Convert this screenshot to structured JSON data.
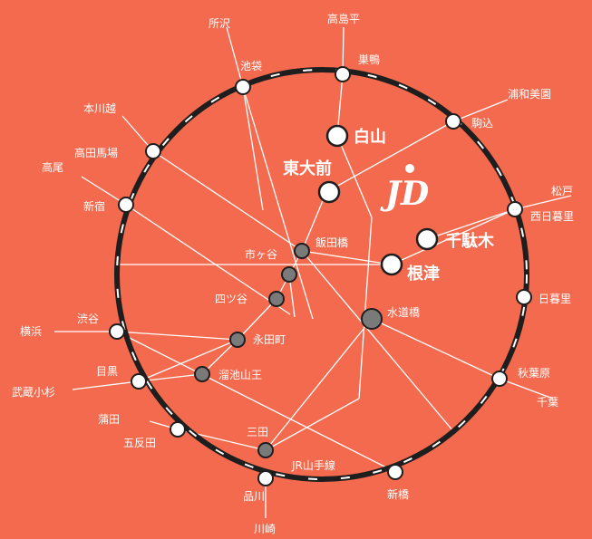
{
  "colors": {
    "background": "#f46a4e",
    "ring": "#1e1e1e",
    "line": "#ffffff",
    "station_fill": "#ffffff",
    "subway_station_fill": "#7a7a7a",
    "highlight_station_fill": "#ffffff"
  },
  "logo": {
    "text": "JD",
    "icon": "campus-logo-icon"
  },
  "ring": {
    "name": "JR山手線"
  },
  "yamanote_stations": {
    "ikebukuro": "池袋",
    "sugamo": "巣鴨",
    "komagome": "駒込",
    "nishinippori": "西日暮里",
    "nippori": "日暮里",
    "akihabara": "秋葉原",
    "shimbashi": "新橋",
    "shinagawa": "品川",
    "gotanda": "五反田",
    "meguro": "目黒",
    "shibuya": "渋谷",
    "shinjuku": "新宿",
    "takadanobaba": "高田馬場"
  },
  "outer_destinations": {
    "tokorozawa": "所沢",
    "takashimadaira": "高島平",
    "urawamisono": "浦和美園",
    "matsudo": "松戸",
    "chiba": "千葉",
    "kawasaki": "川崎",
    "kamata": "蒲田",
    "musashikosugi": "武蔵小杉",
    "yokohama": "横浜",
    "takao": "高尾",
    "honkawagoe": "本川越"
  },
  "inner_stations": {
    "iidabashi": "飯田橋",
    "ichigaya": "市ヶ谷",
    "yotsuya": "四ツ谷",
    "nagatacho": "永田町",
    "tameikesanno": "溜池山王",
    "mita": "三田",
    "suidobashi": "水道橋"
  },
  "campuses": {
    "hakusan": "白山",
    "todaimae": "東大前",
    "sendagi": "千駄木",
    "nezu": "根津"
  }
}
